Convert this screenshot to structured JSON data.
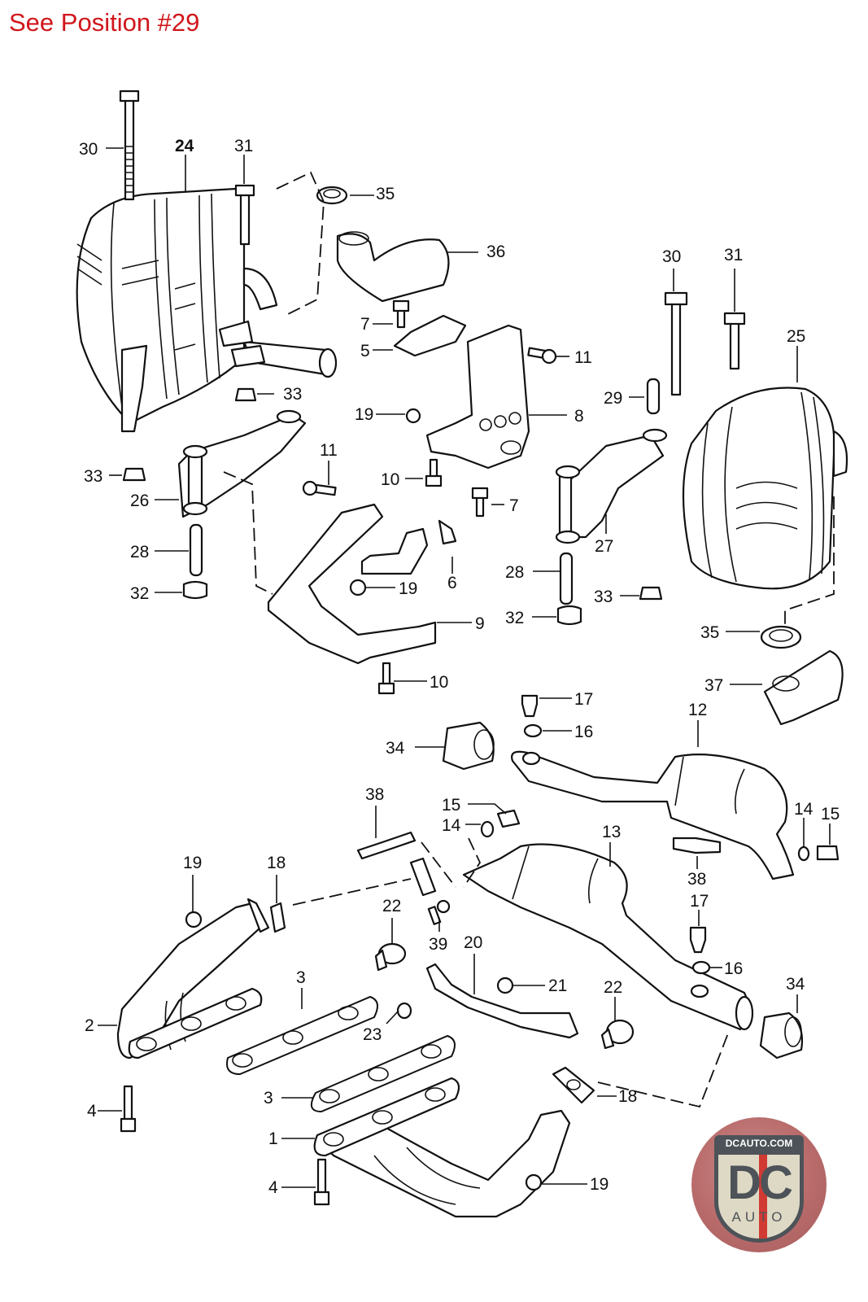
{
  "header": {
    "note": "See Position #29",
    "note_color": "#d0161b"
  },
  "logo": {
    "site": "DCAUTO.COM",
    "brand": "DC",
    "sub": "AUTO",
    "colors": {
      "ring": "#b96b6b",
      "shield": "#ded9c5",
      "dark": "#4d5358",
      "stripe": "#d13a33"
    }
  },
  "labels": {
    "l30a": "30",
    "l24": "24",
    "l31a": "31",
    "l35a": "35",
    "l36": "36",
    "l7a": "7",
    "l5": "5",
    "l11a": "11",
    "l33a": "33",
    "l19a": "19",
    "l8": "8",
    "l30b": "30",
    "l31b": "31",
    "l25": "25",
    "l29": "29",
    "l33b": "33",
    "l26": "26",
    "l11b": "11",
    "l10a": "10",
    "l7b": "7",
    "l28a": "28",
    "l27": "27",
    "l6": "6",
    "l19b": "19",
    "l32a": "32",
    "l9": "9",
    "l28b": "28",
    "l32b": "32",
    "l33c": "33",
    "l35b": "35",
    "l10b": "10",
    "l37": "37",
    "l17a": "17",
    "l16a": "16",
    "l12": "12",
    "l34a": "34",
    "l38a": "38",
    "l15a": "15",
    "l14a": "14",
    "l13": "13",
    "l14b": "14",
    "l15b": "15",
    "l38b": "38",
    "l17b": "17",
    "l16b": "16",
    "l19c": "19",
    "l18a": "18",
    "l22a": "22",
    "l39": "39",
    "l20": "20",
    "l21": "21",
    "l22b": "22",
    "l34b": "34",
    "l3a": "3",
    "l2": "2",
    "l23": "23",
    "l3b": "3",
    "l18b": "18",
    "l4a": "4",
    "l1": "1",
    "l4b": "4",
    "l19d": "19"
  }
}
